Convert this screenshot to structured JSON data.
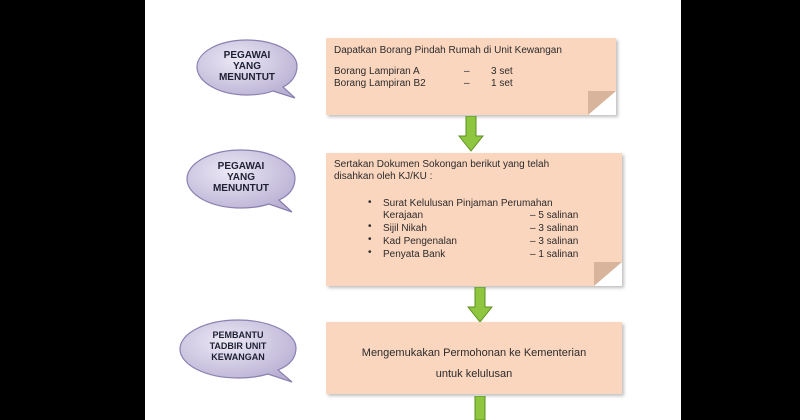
{
  "steps": [
    {
      "actor": [
        "PEGAWAI",
        "YANG",
        "MENUNTUT"
      ],
      "title": "Dapatkan Borang Pindah Rumah di Unit Kewangan",
      "items": [
        {
          "name": "Borang Lampiran A",
          "dash": "–",
          "qty": "3 set"
        },
        {
          "name": "Borang Lampiran B2",
          "dash": "–",
          "qty": "1 set"
        }
      ]
    },
    {
      "actor": [
        "PEGAWAI",
        "YANG",
        "MENUNTUT"
      ],
      "title_lines": [
        "Sertakan Dokumen Sokongan berikut yang telah",
        "disahkan oleh KJ/KU :"
      ],
      "bullets": [
        {
          "name": "Surat Kelulusan Pinjaman Perumahan",
          "name2": "Kerajaan",
          "qty": "– 5 salinan"
        },
        {
          "name": "Sijil Nikah",
          "qty": "– 3 salinan"
        },
        {
          "name": "Kad Pengenalan",
          "qty": "– 3 salinan"
        },
        {
          "name": "Penyata Bank",
          "qty": "– 1 salinan"
        }
      ]
    },
    {
      "actor": [
        "PEMBANTU",
        "TADBIR UNIT",
        "KEWANGAN"
      ],
      "title_lines": [
        "Mengemukakan Permohonan  ke Kementerian",
        "untuk kelulusan"
      ]
    }
  ],
  "colors": {
    "bubble_fill": "#c9c2dd",
    "bubble_stroke": "#8a80b0",
    "box_fill": "#fbd6bf",
    "arrow_fill": "#8fc63f"
  }
}
